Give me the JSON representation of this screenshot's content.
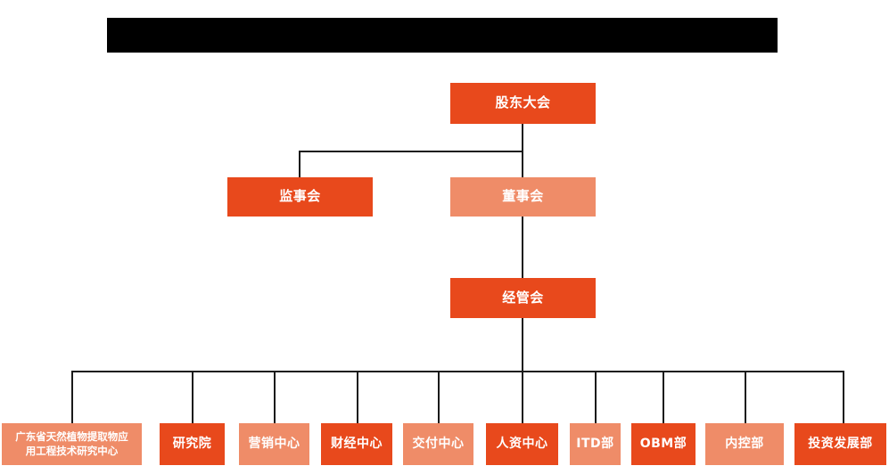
{
  "chart_data": {
    "type": "diagram",
    "title": "",
    "diagram_kind": "organization-chart",
    "orientation": "top-down",
    "palette": {
      "deep_orange": "#E8491C",
      "light_orange": "#EF8C68",
      "line": "#1a1a1a",
      "background": "#ffffff",
      "redaction": "#000000",
      "text": "#ffffff"
    },
    "levels": [
      {
        "level": 1,
        "nodes": [
          "shareholders-meeting"
        ]
      },
      {
        "level": 2,
        "nodes": [
          "board-of-supervisors",
          "board-of-directors"
        ]
      },
      {
        "level": 3,
        "nodes": [
          "management-committee"
        ]
      },
      {
        "level": 4,
        "nodes": [
          "engineering-research-center",
          "research-institute",
          "marketing-center",
          "finance-center",
          "delivery-center",
          "hr-center",
          "itd-department",
          "obm-department",
          "internal-control-department",
          "investment-development-department"
        ]
      }
    ],
    "edges": [
      {
        "from": "shareholders-meeting",
        "to": "board-of-supervisors"
      },
      {
        "from": "shareholders-meeting",
        "to": "board-of-directors"
      },
      {
        "from": "board-of-directors",
        "to": "management-committee"
      },
      {
        "from": "management-committee",
        "to": "engineering-research-center"
      },
      {
        "from": "management-committee",
        "to": "research-institute"
      },
      {
        "from": "management-committee",
        "to": "marketing-center"
      },
      {
        "from": "management-committee",
        "to": "finance-center"
      },
      {
        "from": "management-committee",
        "to": "delivery-center"
      },
      {
        "from": "management-committee",
        "to": "hr-center"
      },
      {
        "from": "management-committee",
        "to": "itd-department"
      },
      {
        "from": "management-committee",
        "to": "obm-department"
      },
      {
        "from": "management-committee",
        "to": "internal-control-department"
      },
      {
        "from": "management-committee",
        "to": "investment-development-department"
      }
    ]
  },
  "redaction": {
    "label": ""
  },
  "level1": {
    "shareholders_meeting": "股东大会"
  },
  "level2": {
    "board_of_supervisors": "监事会",
    "board_of_directors": "董事会"
  },
  "level3": {
    "management_committee": "经管会"
  },
  "level4": {
    "engineering_research_center_line1": "广东省天然植物提取物应",
    "engineering_research_center_line2": "用工程技术研究中心",
    "research_institute": "研究院",
    "marketing_center": "营销中心",
    "finance_center": "财经中心",
    "delivery_center": "交付中心",
    "hr_center": "人资中心",
    "itd_department": "ITD部",
    "obm_department": "OBM部",
    "internal_control_department": "内控部",
    "investment_development_department": "投资发展部"
  }
}
